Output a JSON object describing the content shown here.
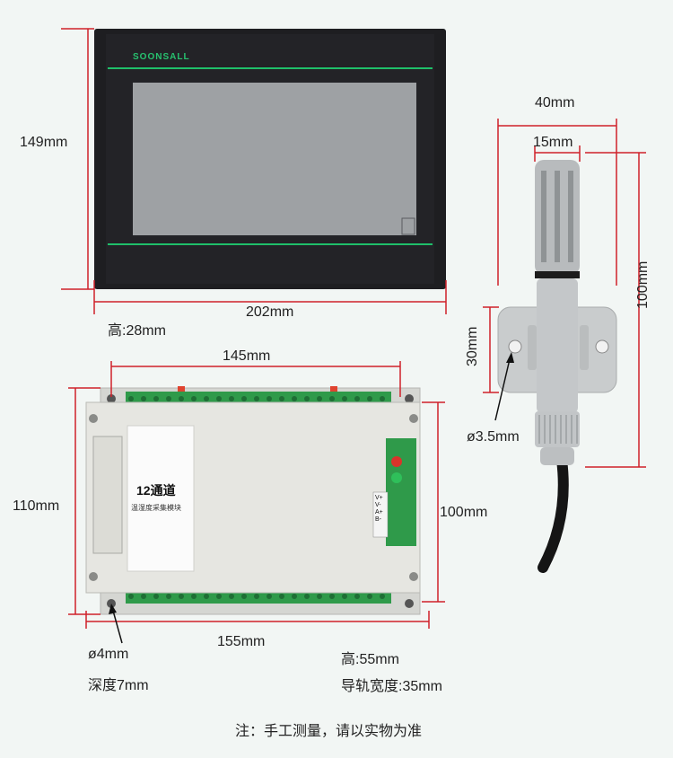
{
  "hmi": {
    "brand": "SOONSALL",
    "height_label": "149mm",
    "width_label": "202mm",
    "depth_label": "高:28mm"
  },
  "sensor": {
    "width_label": "40mm",
    "probe_width_label": "15mm",
    "height_label": "100mm",
    "bracket_label": "30mm",
    "hole_label": "ø3.5mm"
  },
  "module": {
    "label_title": "12通道",
    "label_subtitle": "温湿度采集模块",
    "top_width_label": "145mm",
    "height_label": "110mm",
    "inner_height_label": "100mm",
    "bottom_width_label": "155mm",
    "hole_label": "ø4mm",
    "depth_label": "深度7mm",
    "tall_label": "高:55mm",
    "rail_label": "导轨宽度:35mm",
    "terminal_pins": [
      "V+",
      "V-",
      "A+",
      "B-"
    ]
  },
  "footer": {
    "note": "注：手工测量，请以实物为准"
  },
  "colors": {
    "dimension_line": "#d0202a",
    "hmi_body": "#1f1f22",
    "screen": "#9b9ea1",
    "accent_green": "#1fbf6a",
    "module_body": "#e2e2dd",
    "terminal_green": "#2f9a4a"
  }
}
